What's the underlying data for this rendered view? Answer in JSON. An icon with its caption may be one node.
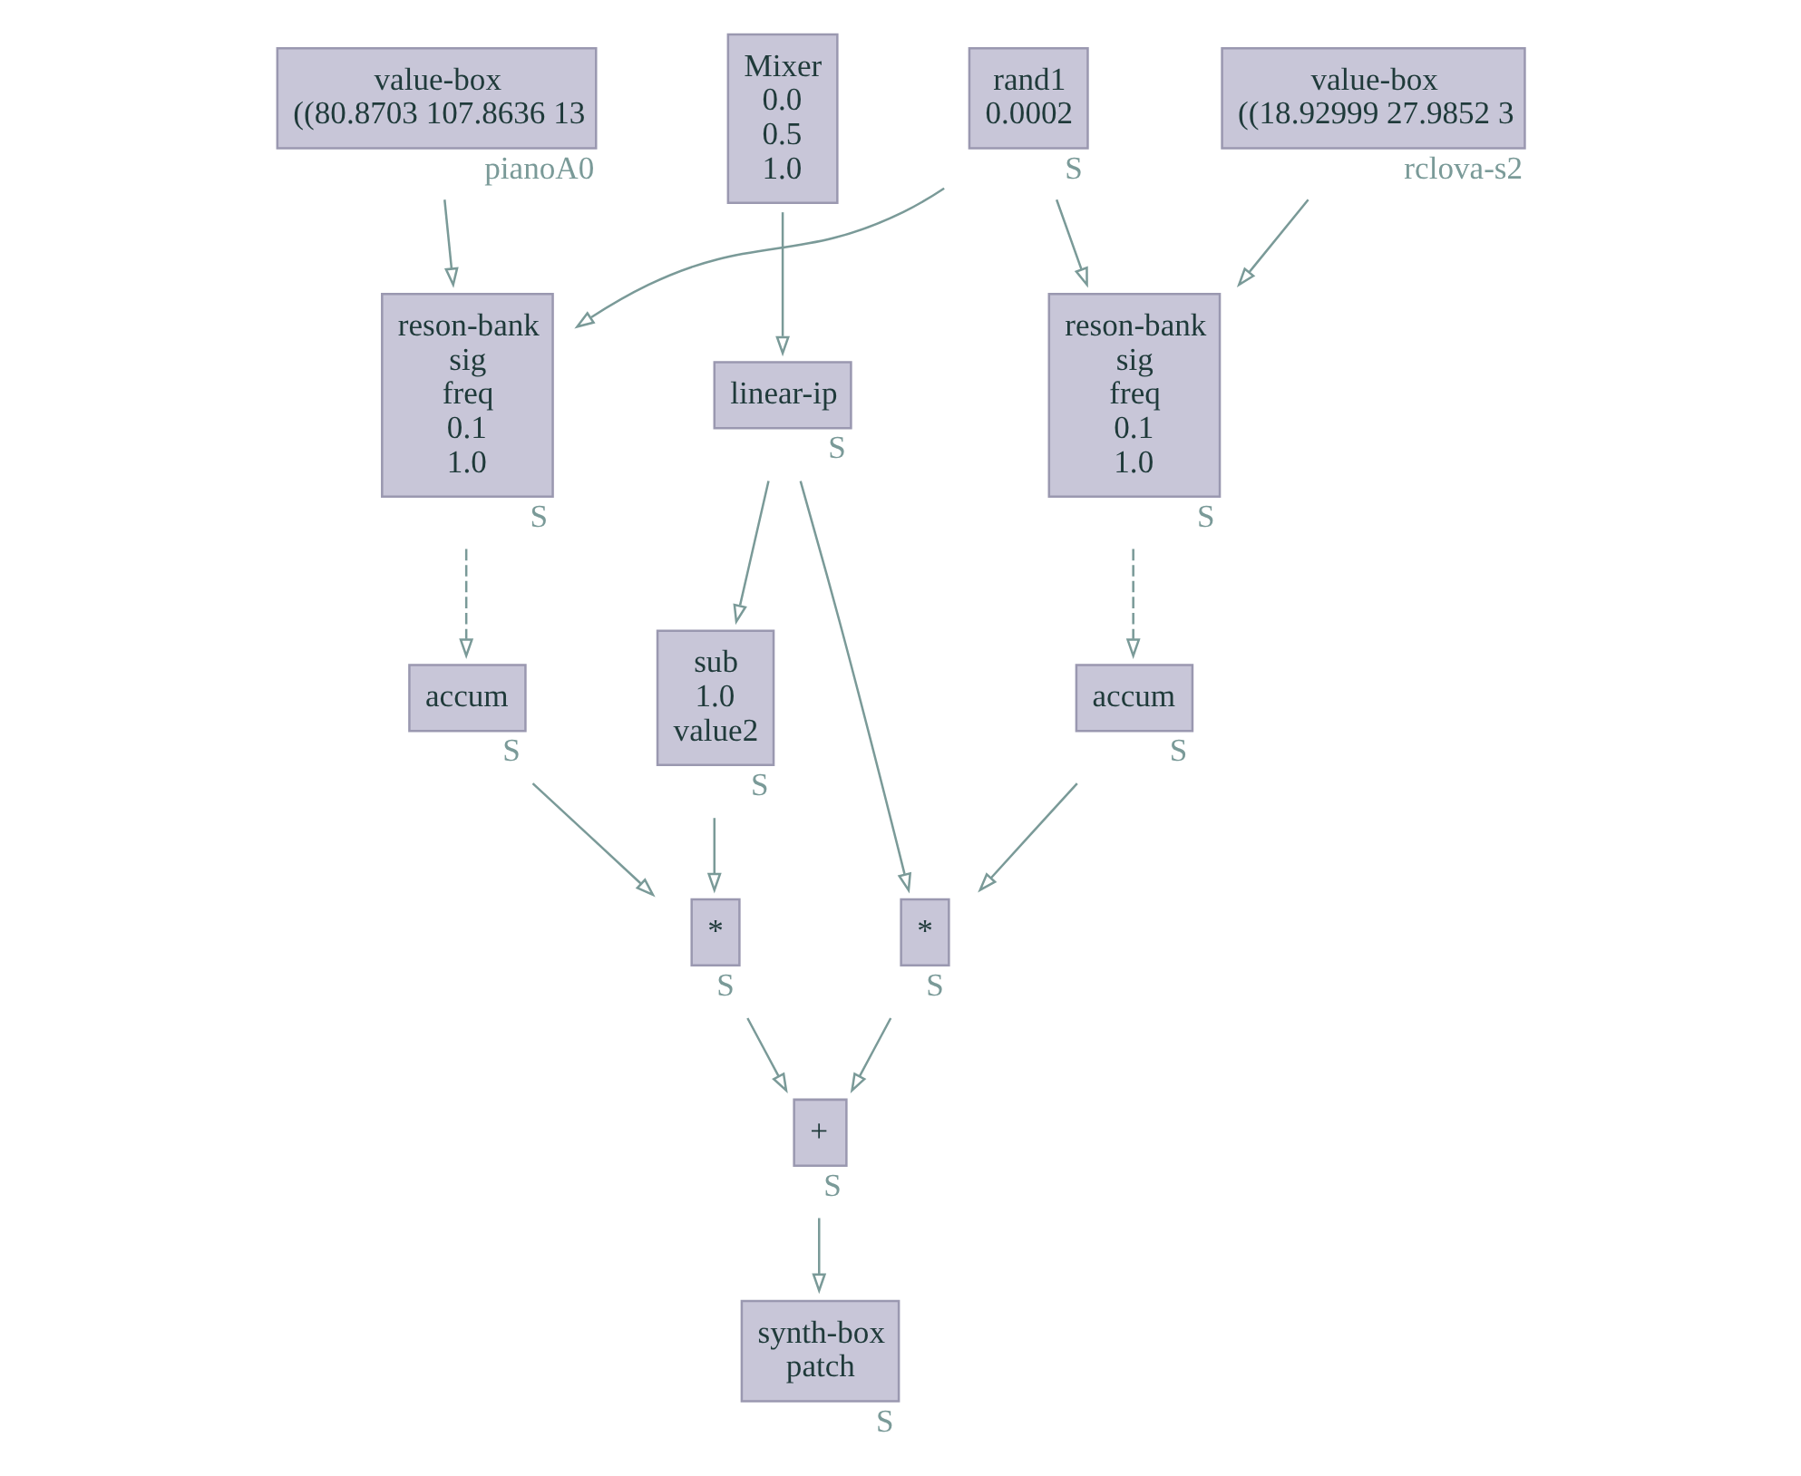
{
  "diagram": {
    "nodes": [
      {
        "text": [
          "rand1",
          "0.0002"
        ],
        "beside": [
          "S"
        ]
      },
      {
        "text": [
          "value-box",
          "((80.8703 107.8636 13"
        ],
        "beside": [
          "pianoA0"
        ]
      },
      {
        "text": [
          "value-box",
          "((18.92999 27.9852 3"
        ],
        "beside": [
          "rclova-s2"
        ]
      },
      {
        "text": [
          "reson-bank",
          "sig",
          "freq",
          "0.1",
          "1.0"
        ],
        "beside": [
          "S"
        ]
      },
      {
        "text": [
          "reson-bank",
          "sig",
          "freq",
          "0.1",
          "1.0"
        ],
        "beside": [
          "S"
        ]
      },
      {
        "text": [
          "Mixer",
          "0.0",
          "0.5",
          "1.0"
        ]
      },
      {
        "text": [
          "accum"
        ],
        "beside": [
          "S"
        ]
      },
      {
        "text": [
          "accum"
        ],
        "beside": [
          "S"
        ]
      },
      {
        "text": [
          "linear-ip"
        ],
        "beside": [
          "S"
        ]
      },
      {
        "text": [
          "sub",
          "1.0",
          "value2"
        ],
        "beside": [
          "S"
        ]
      },
      {
        "text": [
          "*"
        ],
        "beside": [
          "S"
        ]
      },
      {
        "text": [
          "*"
        ],
        "beside": [
          "S"
        ]
      },
      {
        "text": [
          "+"
        ],
        "beside": [
          "S"
        ]
      },
      {
        "text": [
          "synth-box",
          "patch"
        ],
        "beside": [
          "S"
        ]
      }
    ],
    "edges": [
      {
        "from": 0,
        "to": 3,
        "arrow": "to"
      },
      {
        "from": 0,
        "to": 4,
        "arrow": "to"
      },
      {
        "from": 1,
        "to": 3,
        "arrow": "to"
      },
      {
        "from": 2,
        "to": 4,
        "arrow": "to"
      },
      {
        "from": 3,
        "to": 6,
        "arrow": "to",
        "style": "dashed"
      },
      {
        "from": 4,
        "to": 7,
        "arrow": "to",
        "style": "dashed"
      },
      {
        "from": 5,
        "to": 8,
        "arrow": "to"
      },
      {
        "from": 8,
        "to": 9,
        "arrow": "to"
      },
      {
        "from": 8,
        "to": 11,
        "arrow": "to"
      },
      {
        "from": 6,
        "to": 10,
        "arrow": "to"
      },
      {
        "from": 9,
        "to": 10,
        "arrow": "to"
      },
      {
        "from": 7,
        "to": 11,
        "arrow": "to"
      },
      {
        "from": 10,
        "to": 12,
        "arrow": "to"
      },
      {
        "from": 11,
        "to": 12,
        "arrow": "to"
      },
      {
        "from": 12,
        "to": 13,
        "arrow": "to"
      }
    ]
  }
}
